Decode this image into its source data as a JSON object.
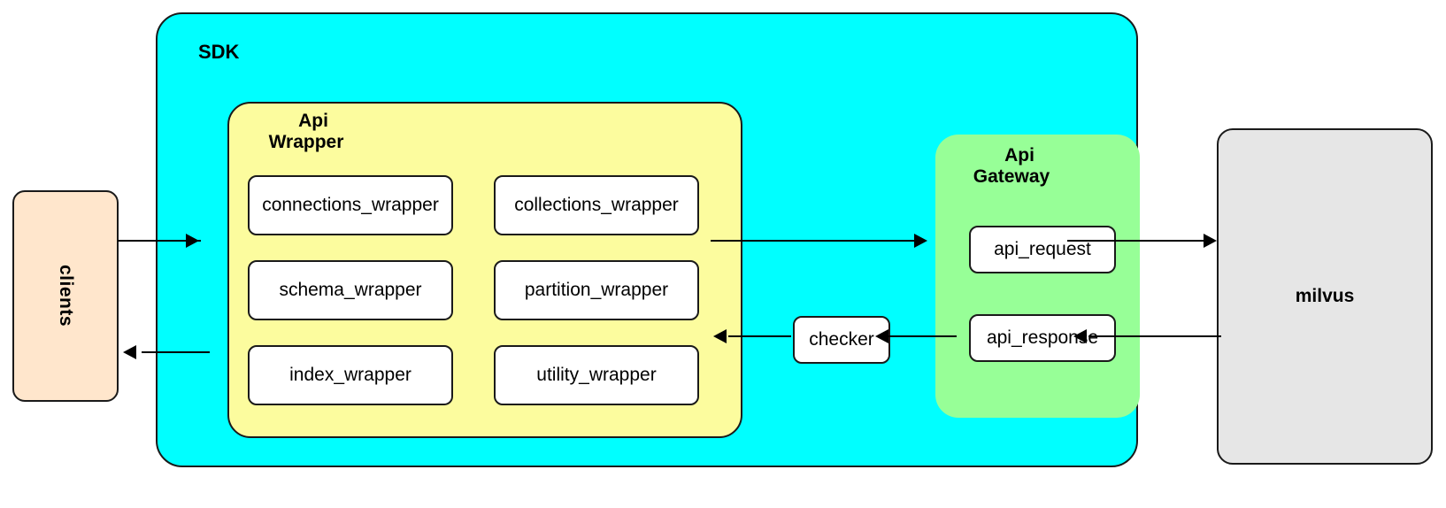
{
  "diagram": {
    "title_nodes": {
      "clients": "clients",
      "sdk": "SDK",
      "api_wrapper_line1": "Api",
      "api_wrapper_line2": "Wrapper",
      "api_gateway_line1": "Api",
      "api_gateway_line2": "Gateway",
      "milvus": "milvus",
      "checker": "checker"
    },
    "wrapper_modules": [
      {
        "label": "connections_wrapper"
      },
      {
        "label": "collections_wrapper"
      },
      {
        "label": "schema_wrapper"
      },
      {
        "label": "partition_wrapper"
      },
      {
        "label": "index_wrapper"
      },
      {
        "label": "utility_wrapper"
      }
    ],
    "gateway_modules": [
      {
        "label": "api_request"
      },
      {
        "label": "api_response"
      }
    ],
    "colors": {
      "sdk": "#00FFFF",
      "api_wrapper": "#FCFC9E",
      "api_gateway": "#97FF97",
      "clients": "#FFE6CC",
      "milvus": "#E6E6E6",
      "node": "#FFFFFF",
      "stroke": "#1A1A1A"
    }
  }
}
